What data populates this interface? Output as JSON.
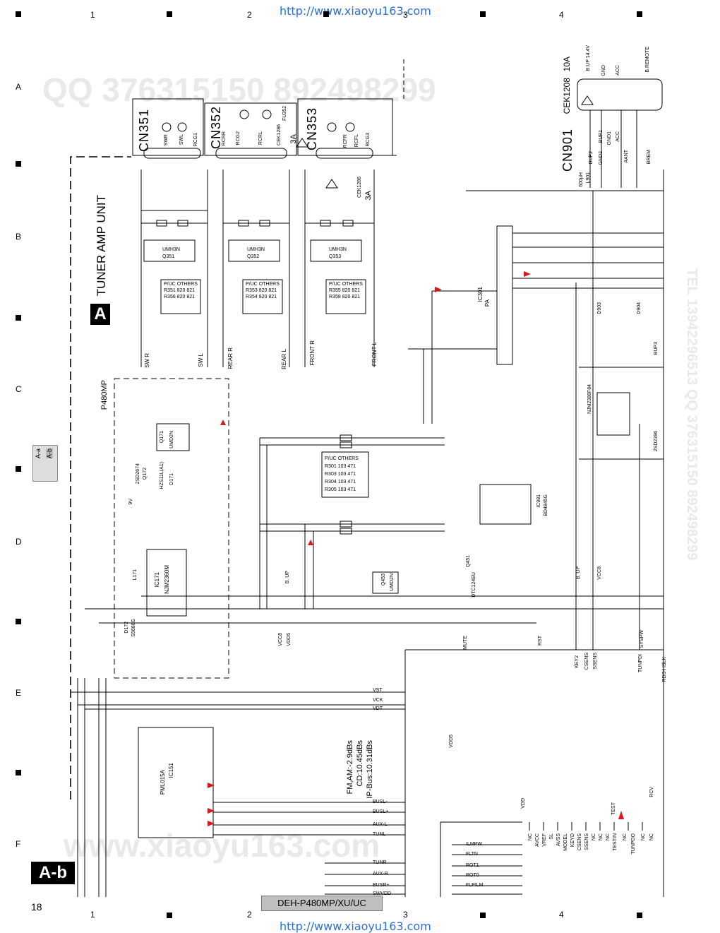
{
  "watermark_top": "http://www.xiaoyu163.com",
  "watermark_bottom": "http://www.xiaoyu163.com",
  "ghost_watermarks": [
    "QQ 376315150   892498299",
    "TEL 13942296513 QQ 376315150 892498299",
    "www.xiaoyu163.com"
  ],
  "columns": [
    "1",
    "2",
    "3",
    "4"
  ],
  "rows": [
    "A",
    "B",
    "C",
    "D",
    "E",
    "F"
  ],
  "sheet_tag": "A-b",
  "side_tabs": [
    "A-a",
    "A-b"
  ],
  "page_number": "18",
  "model": "DEH-P480MP/XU/UC",
  "unit_letter": "A",
  "unit_title": "TUNER AMP UNIT",
  "block_label": "P480MP",
  "connectors": {
    "cn351": "CN351",
    "cn352": "CN352",
    "cn353": "CN353",
    "cn901": "CN901",
    "cek1208": "CEK1208",
    "rating_10a": "10A",
    "fuse_3a": "3A",
    "fuse_cek": "CEK1286"
  },
  "cn351_pins": [
    "SWR",
    "SWL",
    "RCG1"
  ],
  "cn352_pins": [
    "RCRR",
    "RCG2",
    "RCRL",
    "FU352"
  ],
  "cn353_pins": [
    "RCFR",
    "RCFL",
    "RCG3"
  ],
  "cn901_pins": [
    "B.UP 14.4V",
    "GND",
    "ACC",
    "B.REMOTE"
  ],
  "cn901_lower": [
    "BUP2",
    "BUP1",
    "GND2",
    "GND1",
    "ACC",
    "AANT",
    "BREM"
  ],
  "transistors": [
    "Q351",
    "Q352",
    "Q353",
    "UMH3N"
  ],
  "signal_labels": [
    "SW R",
    "SW L",
    "REAR R",
    "REAR L",
    "FRONT R",
    "FRONT L"
  ],
  "resistor_table": {
    "headers": [
      "P/UC",
      "OTHERS"
    ],
    "rows": [
      [
        "R351",
        "820",
        "821"
      ],
      [
        "R356",
        "820",
        "821"
      ],
      [
        "R353",
        "820",
        "821"
      ],
      [
        "R354",
        "820",
        "821"
      ],
      [
        "R355",
        "820",
        "821"
      ],
      [
        "R358",
        "820",
        "821"
      ]
    ]
  },
  "mid_table": {
    "headers": [
      "P/UC",
      "OTHERS"
    ],
    "rows": [
      [
        "R301",
        "103",
        "471"
      ],
      [
        "R303",
        "103",
        "471"
      ],
      [
        "R304",
        "103",
        "471"
      ],
      [
        "R305",
        "103",
        "471"
      ]
    ]
  },
  "ics": [
    "IC171",
    "NJM2360M",
    "IC301",
    "PA",
    "IC151",
    "PML015A",
    "IC981",
    "BD4845G",
    "Q171",
    "UMD2N",
    "Q453",
    "UMD2N",
    "Q451",
    "DTC124EU",
    "NJM2388F84"
  ],
  "misc_labels": [
    "2SD2674",
    "Q172",
    "D171",
    "HZS11L(A1)",
    "D172",
    "S5688G",
    "L171",
    "D903",
    "D904",
    "2SD2396",
    "BUP3",
    "B. UP",
    "VCC8",
    "VDD5",
    "MUTE",
    "RST",
    "SYSPW",
    "KEY2",
    "CSENS",
    "SSENS",
    "TUNPDI",
    "RDS-HSLK",
    "VDD",
    "TEST",
    "RCV",
    "9V",
    "600μH",
    "L901"
  ],
  "measurement_note": [
    "FM,AM:-2.9dBs",
    "CD:10.45dBs",
    "IP-Bus:10.31dBs"
  ],
  "bus_signals": [
    "VST",
    "VCK",
    "VDT",
    "BUSL-",
    "BUSL+",
    "AUX-L",
    "TUNL",
    "TUNR",
    "AUX-R",
    "BUSR+",
    "SWVDD",
    "FLPILM",
    "ILMPW",
    "FLTN",
    "ROT1",
    "ROT0"
  ],
  "bottom_pins": [
    "NC",
    "AVCC",
    "VREF",
    "SL",
    "AVSS",
    "MODEL",
    "KEYD",
    "CSENS",
    "SSENS",
    "NC",
    "NC",
    "NC",
    "TESTIN",
    "NC",
    "TUNPDO",
    "NC",
    "NC"
  ]
}
